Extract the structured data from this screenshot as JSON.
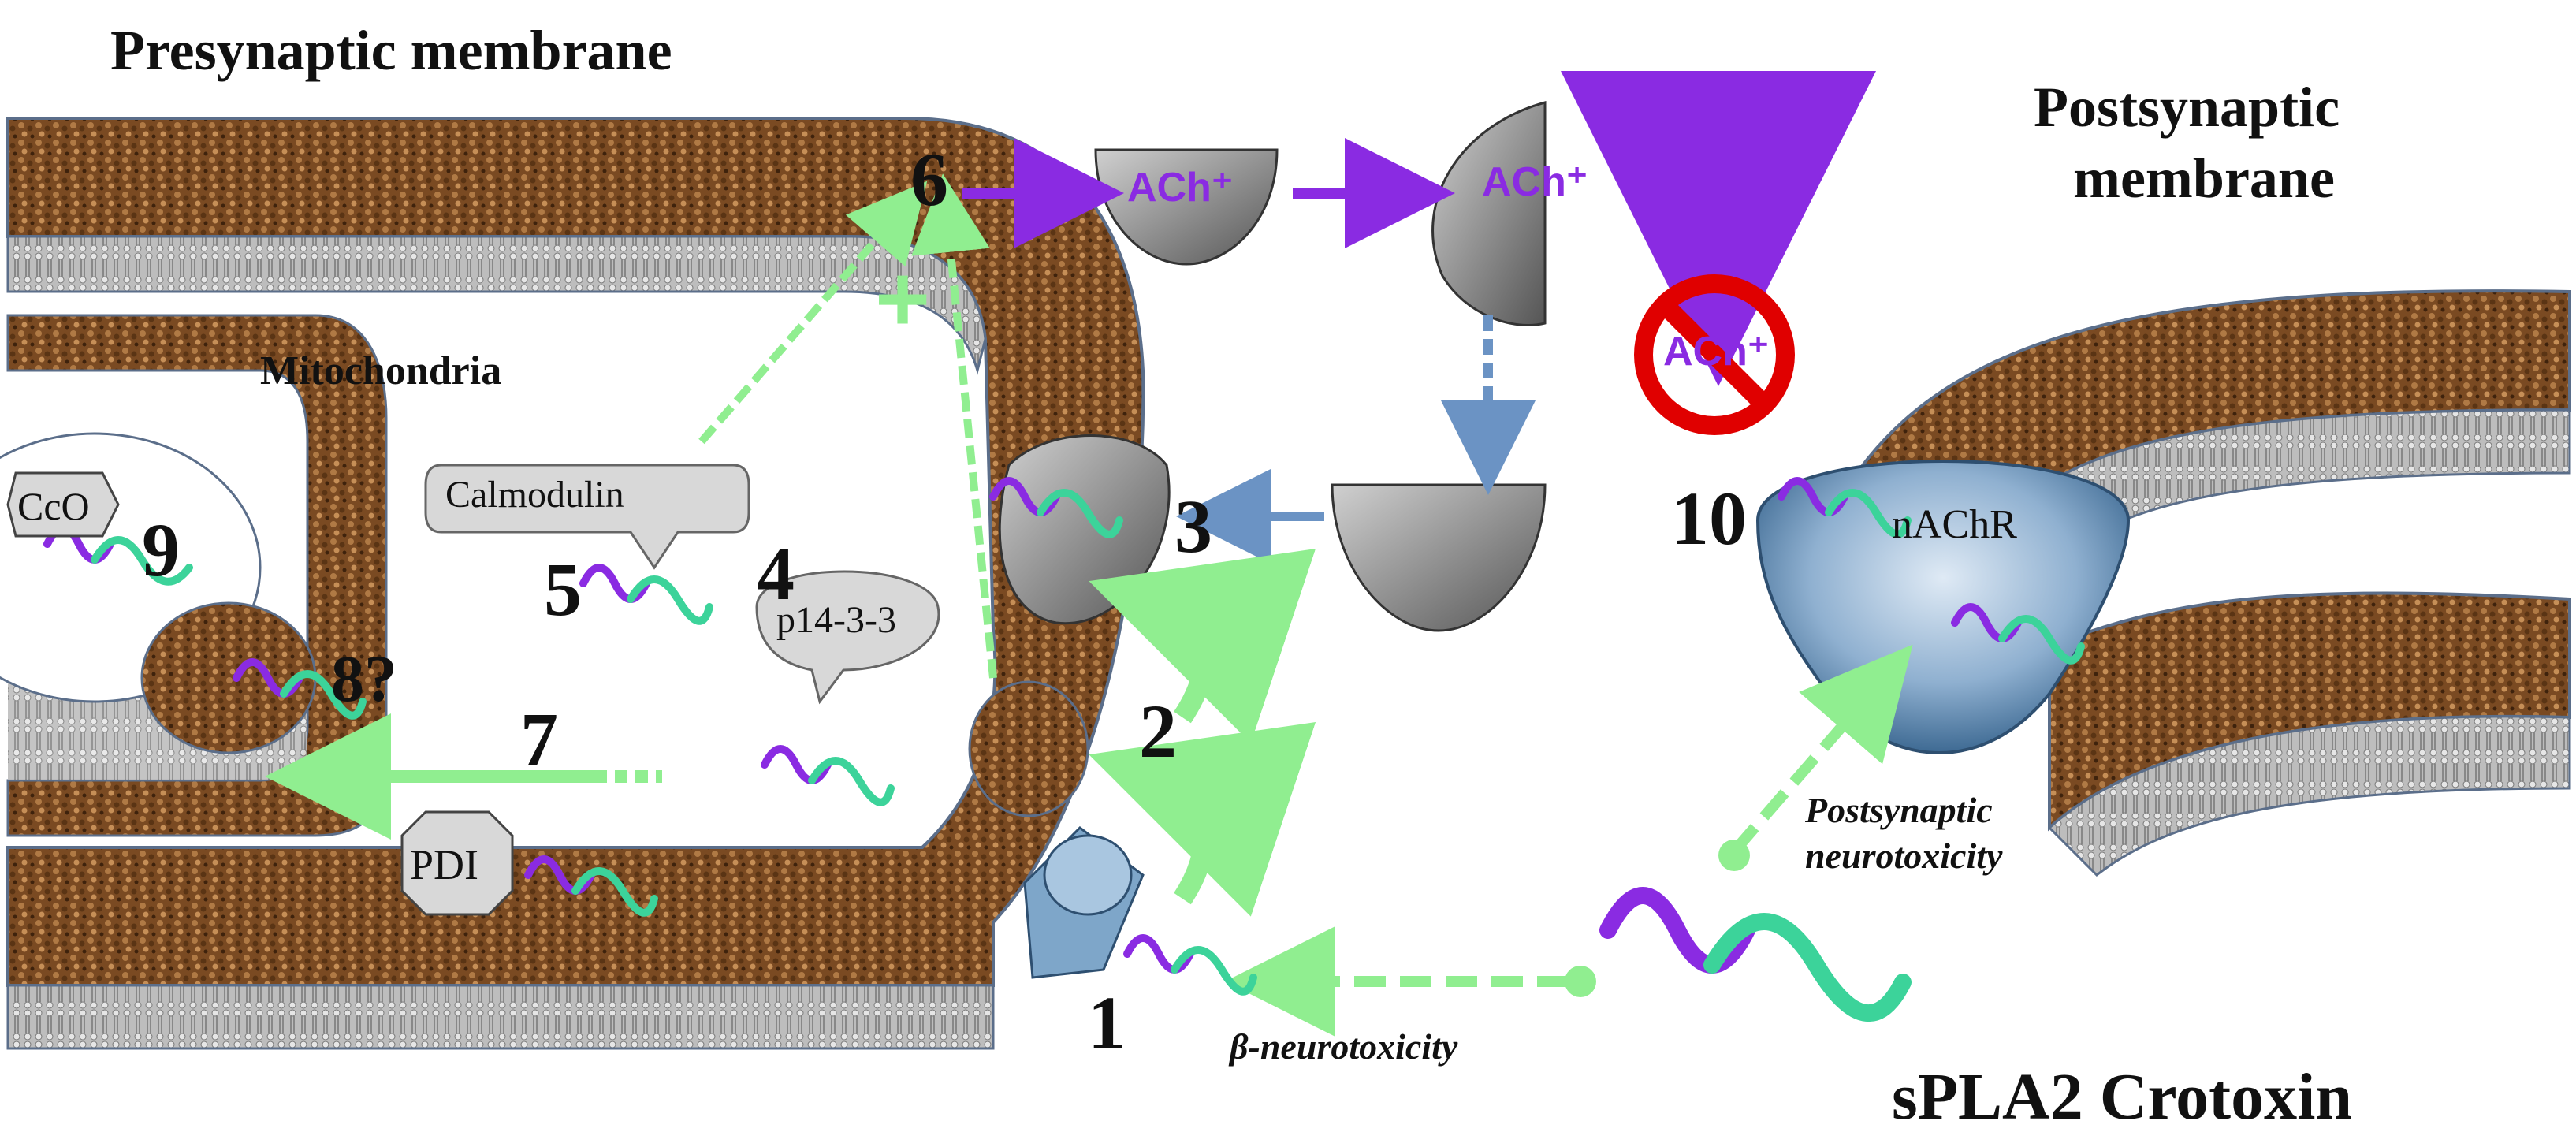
{
  "titles": {
    "presynaptic": "Presynaptic membrane",
    "postsynaptic_line1": "Postsynaptic",
    "postsynaptic_line2": "membrane",
    "mitochondria": "Mitochondria",
    "toxin": "sPLA2 Crotoxin"
  },
  "labels": {
    "calmodulin": "Calmodulin",
    "p1433": "p14-3-3",
    "pdi": "PDI",
    "cco": "CcO",
    "nachr": "nAChR",
    "ach": "ACh⁺",
    "plus": "+"
  },
  "steps": [
    "1",
    "2",
    "3",
    "4",
    "5",
    "6",
    "7",
    "8?",
    "9",
    "10"
  ],
  "annotations": {
    "beta": "β-neurotoxicity",
    "post_line1": "Postsynaptic",
    "post_line2": "neurotoxicity"
  },
  "colors": {
    "membrane_brown": "#8b5a2b",
    "lipid_gray": "#a9a9a9",
    "arrow_purple": "#8a2be2",
    "arrow_green": "#90ee90",
    "arrow_blue": "#6b93c4",
    "prohibit_red": "#e00000",
    "receptor_blue": "#7ea6c9"
  }
}
